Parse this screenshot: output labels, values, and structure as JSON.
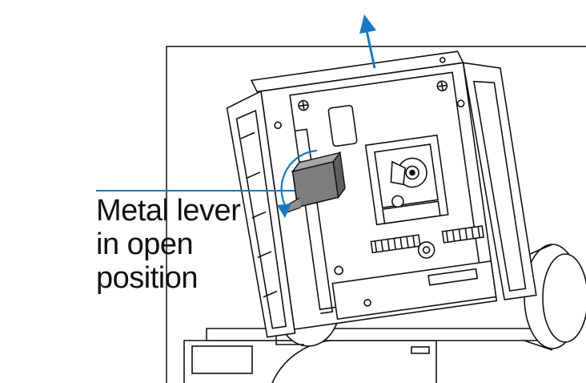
{
  "figure": {
    "callout_lines": [
      "Metal lever",
      "in open",
      "position"
    ],
    "leader_color": "#1a78c2",
    "arrow_color": "#1a78c2",
    "lever_color": "#7d7d7d",
    "line_color": "#111111"
  }
}
